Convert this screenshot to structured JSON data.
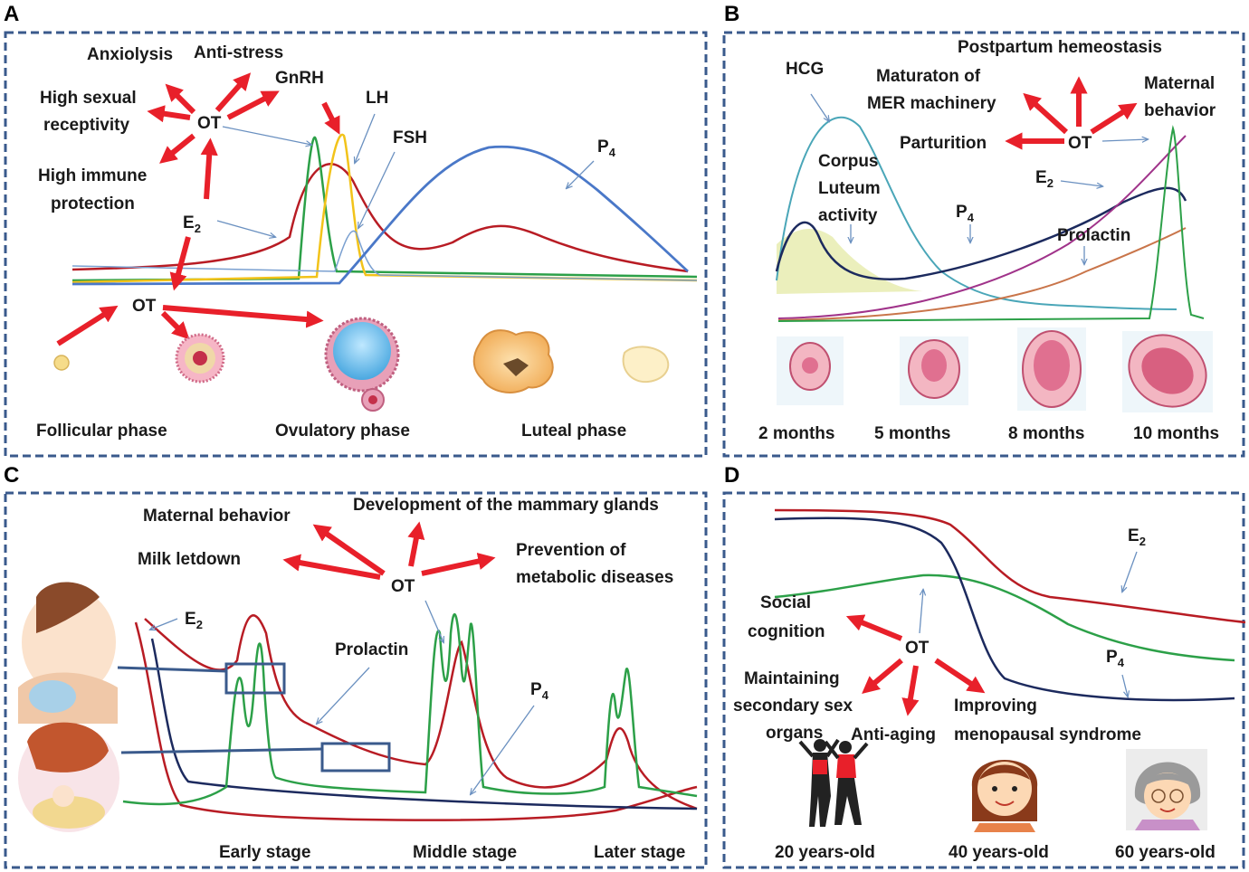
{
  "panels": {
    "A": {
      "letter": "A",
      "anxiolysis": "Anxiolysis",
      "anti_stress": "Anti-stress",
      "gnrh": "GnRH",
      "lh": "LH",
      "fsh": "FSH",
      "high_sexual_1": "High sexual",
      "high_sexual_2": "receptivity",
      "ot_top": "OT",
      "high_immune_1": "High immune",
      "high_immune_2": "protection",
      "e2": "E",
      "e2_sub": "2",
      "ot_bottom": "OT",
      "p4": "P",
      "p4_sub": "4",
      "follicular": "Follicular  phase",
      "ovulatory": "Ovulatory phase",
      "luteal": "Luteal phase"
    },
    "B": {
      "letter": "B",
      "postpartum": "Postpartum hemeostasis",
      "hcg": "HCG",
      "maturation_1": "Maturaton of",
      "maturation_2": "MER machinery",
      "maternal_1": "Maternal",
      "maternal_2": "behavior",
      "parturition": "Parturition",
      "ot": "OT",
      "corpus_1": "Corpus",
      "corpus_2": "Luteum",
      "corpus_3": "activity",
      "e2": "E",
      "e2_sub": "2",
      "p4": "P",
      "p4_sub": "4",
      "prolactin": "Prolactin",
      "month_1": "2 months",
      "month_2": "5 months",
      "month_3": "8 months",
      "month_4": "10 months"
    },
    "C": {
      "letter": "C",
      "maternal": "Maternal behavior",
      "mammary": "Development of the mammary glands",
      "milk": "Milk letdown",
      "prevention_1": "Prevention of",
      "prevention_2": "metabolic diseases",
      "ot": "OT",
      "e2": "E",
      "e2_sub": "2",
      "prolactin": "Prolactin",
      "p4": "P",
      "p4_sub": "4",
      "early": "Early stage",
      "middle": "Middle stage",
      "later": "Later stage"
    },
    "D": {
      "letter": "D",
      "e2": "E",
      "e2_sub": "2",
      "social_1": "Social",
      "social_2": "cognition",
      "ot": "OT",
      "p4": "P",
      "p4_sub": "4",
      "maintaining_1": "Maintaining",
      "maintaining_2": "secondary sex",
      "maintaining_3": "organs",
      "anti_aging": "Anti-aging",
      "improving_1": "Improving",
      "improving_2": "menopausal syndrome",
      "age_1": "20 years-old",
      "age_2": "40 years-old",
      "age_3": "60 years-old"
    }
  },
  "colors": {
    "arrow_red": "#e8202a",
    "frame_blue": "#3a5a8c",
    "e2_red": "#b81c24",
    "p4_blue": "#4a78c8",
    "lh_yellow": "#f2c31a",
    "gnrh_green": "#2ca048",
    "prolactin_orange": "#c9754a",
    "hcg_teal": "#4aa6b8",
    "navy": "#1c2a5e",
    "purple": "#a0338a"
  }
}
